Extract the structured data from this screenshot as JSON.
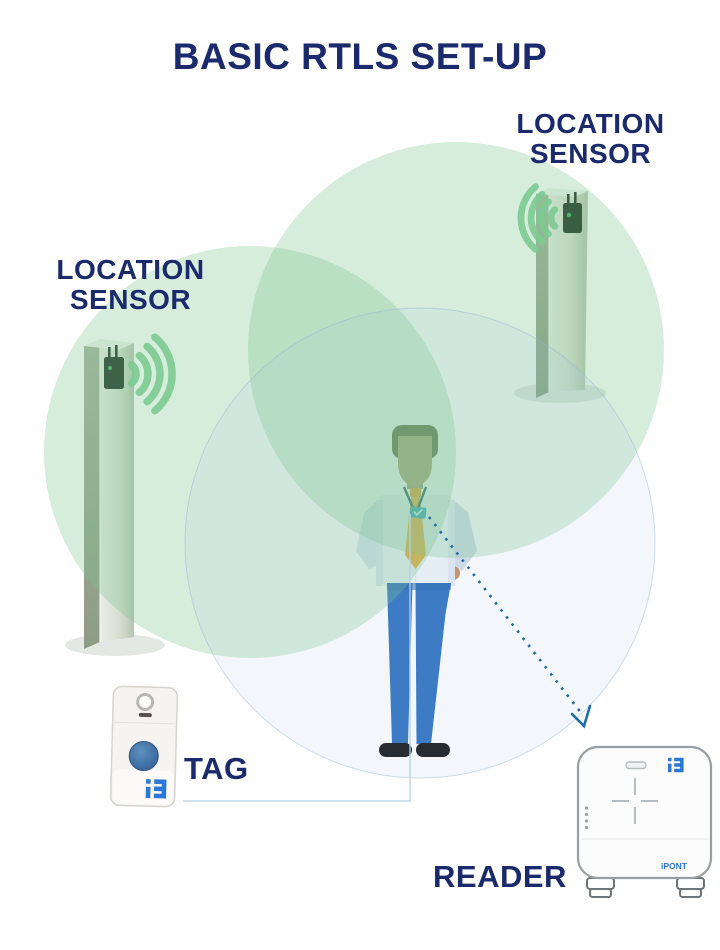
{
  "title": "BASIC RTLS SET-UP",
  "labels": {
    "location_sensor_right": {
      "line1": "LOCATION",
      "line2": "SENSOR"
    },
    "location_sensor_left": {
      "line1": "LOCATION",
      "line2": "SENSOR"
    },
    "tag": "TAG",
    "reader": "READER"
  },
  "reader_device": {
    "brand": "iPONT"
  },
  "icons": {
    "left_sensor_signal": "wifi-signal-icon",
    "right_sensor_signal": "wifi-signal-icon",
    "tag_logo": "ipont-logo-icon",
    "reader_logo": "ipont-logo-icon",
    "tag_to_reader_link": "dashed-arrow-icon"
  },
  "colors": {
    "heading_navy": "#1a2a6c",
    "coverage_green": "#76c38a",
    "coverage_blue_gray": "#a0bee1",
    "wifi_green": "#7fce96",
    "signal_arrow_blue": "#1d6ca8",
    "tag_button_blue": "#3a6da4",
    "brand_blue": "#2b78d8",
    "person_shirt": "#f1f5f8",
    "person_pants": "#2e72c1",
    "person_tie": "#f3a82e"
  }
}
